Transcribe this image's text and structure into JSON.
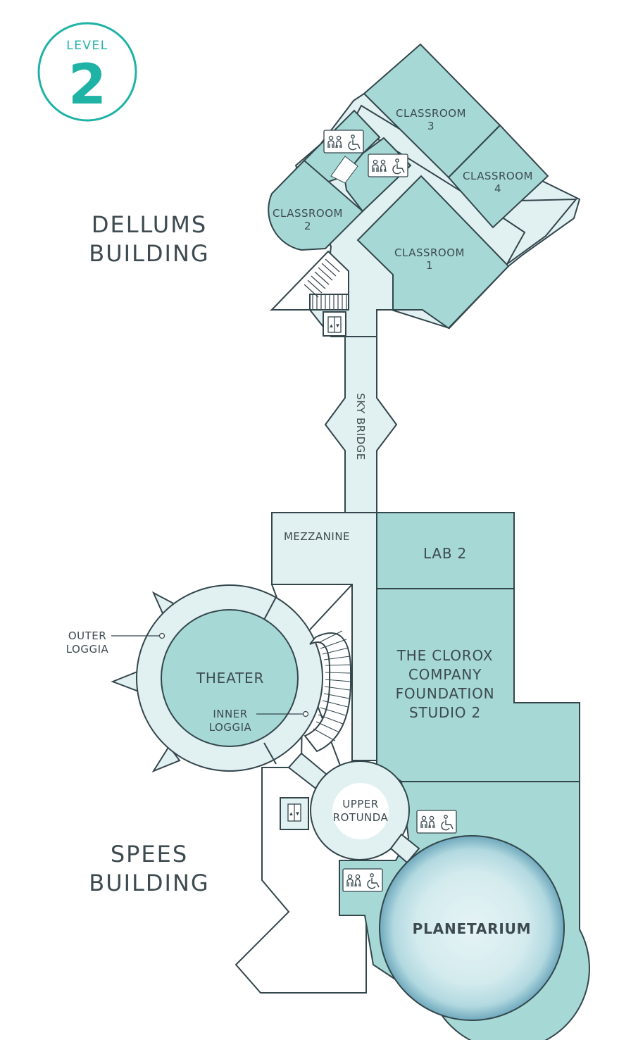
{
  "level": {
    "caption": "LEVEL",
    "number": "2"
  },
  "buildings": {
    "dellums": [
      "DELLUMS",
      "BUILDING"
    ],
    "spees": [
      "SPEES",
      "BUILDING"
    ]
  },
  "rooms": {
    "classroom1": [
      "CLASSROOM",
      "1"
    ],
    "classroom2": [
      "CLASSROOM",
      "2"
    ],
    "classroom3": [
      "CLASSROOM",
      "3"
    ],
    "classroom4": [
      "CLASSROOM",
      "4"
    ],
    "sky_bridge": "SKY BRIDGE",
    "mezzanine": "MEZZANINE",
    "lab2": "LAB 2",
    "clorox": [
      "THE CLOROX",
      "COMPANY",
      "FOUNDATION",
      "STUDIO 2"
    ],
    "theater": "THEATER",
    "outer_loggia": [
      "OUTER",
      "LOGGIA"
    ],
    "inner_loggia": [
      "INNER",
      "LOGGIA"
    ],
    "upper_rotunda": [
      "UPPER",
      "ROTUNDA"
    ],
    "planetarium": "PLANETARIUM"
  },
  "icons": [
    "restroom-icon",
    "accessible-icon",
    "elevator-icon",
    "stairs-icon"
  ],
  "colors": {
    "room": "#a6d9d6",
    "corridor": "#e1f1f2",
    "wall": "#33464c",
    "accent": "#1fb3a5",
    "text": "#3d4a4f"
  }
}
